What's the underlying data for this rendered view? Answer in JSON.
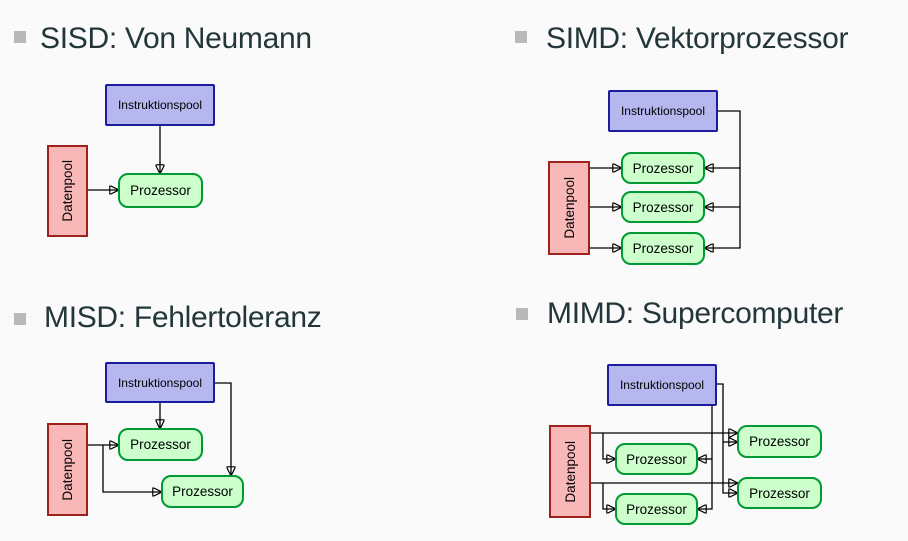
{
  "slide": {
    "colors": {
      "background": "#fafafa",
      "title_text": "#23373b",
      "bullet": "#b9b9b9",
      "instruction_fill": "#b7b7ef",
      "instruction_border": "#1c1ca0",
      "processor_fill": "#ccffcc",
      "processor_border": "#009933",
      "data_fill": "#f8b8b8",
      "data_border": "#9e221c",
      "connector": "#000000"
    },
    "node_labels": {
      "instruction_pool": "Instruktionspool",
      "data_pool": "Datenpool",
      "processor": "Prozessor"
    },
    "panels": [
      {
        "id": "sisd",
        "title": "SISD: Von Neumann"
      },
      {
        "id": "simd",
        "title": "SIMD: Vektorprozessor"
      },
      {
        "id": "misd",
        "title": "MISD: Fehlertoleranz"
      },
      {
        "id": "mimd",
        "title": "MIMD: Supercomputer"
      }
    ]
  }
}
